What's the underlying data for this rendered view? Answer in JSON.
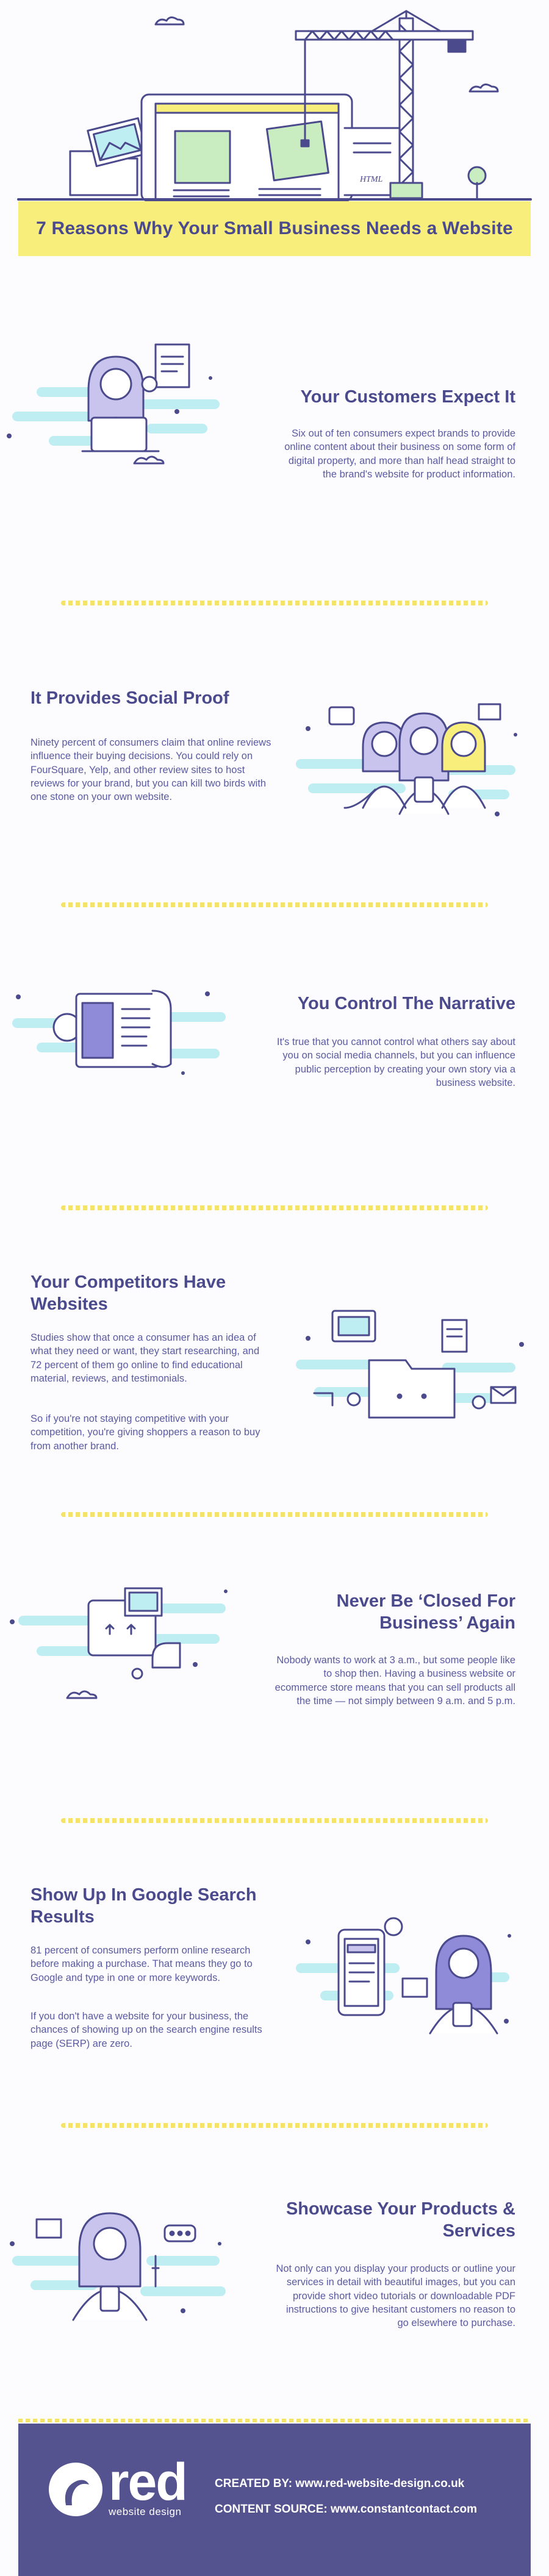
{
  "hero": {
    "html_label": "HTML"
  },
  "title": "7 Reasons Why Your Small Business Needs a Website",
  "sections": [
    {
      "title": "Your Customers Expect It",
      "text": "Six out of ten consumers expect brands to provide online content about their business on some form of digital property, and more than half head straight to the brand's website for product information."
    },
    {
      "title": "It Provides Social Proof",
      "text": "Ninety percent of consumers claim that online reviews influence their buying decisions. You could rely on FourSquare, Yelp, and other review sites to host reviews for your brand, but you can kill two birds with one stone on your own website."
    },
    {
      "title": "You Control The Narrative",
      "text": "It's true that you cannot control what others say about you on social media channels, but you can influence public perception by creating your own story via a business website."
    },
    {
      "title": "Your Competitors Have Websites",
      "text": "Studies show that once a consumer has an idea of what they need or want, they start researching, and 72 percent of them go online to find educational material, reviews, and testimonials.",
      "text2": "So if you're not staying competitive with your competition, you're giving shoppers a reason to buy from another brand."
    },
    {
      "title": "Never Be ‘Closed For Business’ Again",
      "text": "Nobody wants to work at 3 a.m., but some people like to shop then. Having a business website or ecommerce store means that you can sell products all the time — not simply between 9 a.m. and 5 p.m."
    },
    {
      "title": "Show Up In Google Search Results",
      "text": "81 percent of consumers perform online research before making a purchase. That means they go to Google and type in one or more keywords.",
      "text2": "If you don't have a website for your business, the chances of showing up on the search engine results page (SERP) are zero."
    },
    {
      "title": "Showcase Your Products & Services",
      "text": "Not only can you display your products or outline your services in detail with beautiful images, but you can provide short video tutorials or downloadable PDF instructions to give hesitant customers no reason to go elsewhere to purchase."
    }
  ],
  "footer": {
    "logo_word": "red",
    "logo_sub": "website design",
    "created_by": "CREATED BY: www.red-website-design.co.uk",
    "content_source": "CONTENT SOURCE: www.constantcontact.com"
  },
  "colors": {
    "navy": "#4b4a8c",
    "yellow": "#f8ee7c",
    "cyan": "#bfeef2",
    "footer": "#55538f"
  }
}
